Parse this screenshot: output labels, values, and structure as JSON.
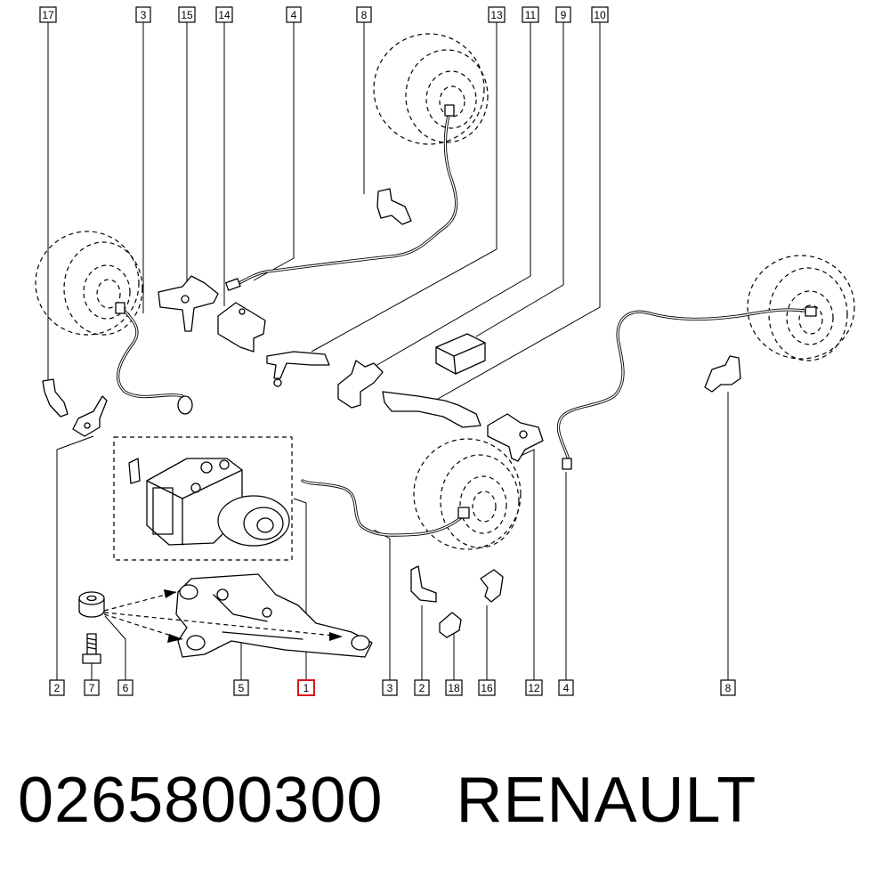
{
  "callouts": [
    {
      "id": "c17",
      "text": "17"
    },
    {
      "id": "c3a",
      "text": "3"
    },
    {
      "id": "c15",
      "text": "15"
    },
    {
      "id": "c14",
      "text": "14"
    },
    {
      "id": "c4a",
      "text": "4"
    },
    {
      "id": "c8a",
      "text": "8"
    },
    {
      "id": "c13",
      "text": "13"
    },
    {
      "id": "c11",
      "text": "11"
    },
    {
      "id": "c9",
      "text": "9"
    },
    {
      "id": "c10",
      "text": "10"
    },
    {
      "id": "c2a",
      "text": "2"
    },
    {
      "id": "c7",
      "text": "7"
    },
    {
      "id": "c6",
      "text": "6"
    },
    {
      "id": "c5",
      "text": "5"
    },
    {
      "id": "c1",
      "text": "1",
      "highlight": true
    },
    {
      "id": "c3b",
      "text": "3"
    },
    {
      "id": "c2b",
      "text": "2"
    },
    {
      "id": "c18",
      "text": "18"
    },
    {
      "id": "c16",
      "text": "16"
    },
    {
      "id": "c12",
      "text": "12"
    },
    {
      "id": "c4b",
      "text": "4"
    },
    {
      "id": "c8b",
      "text": "8"
    }
  ],
  "highlight_color": "#d8141a",
  "footer": {
    "part_number": "0265800300",
    "brand": "RENAULT"
  }
}
